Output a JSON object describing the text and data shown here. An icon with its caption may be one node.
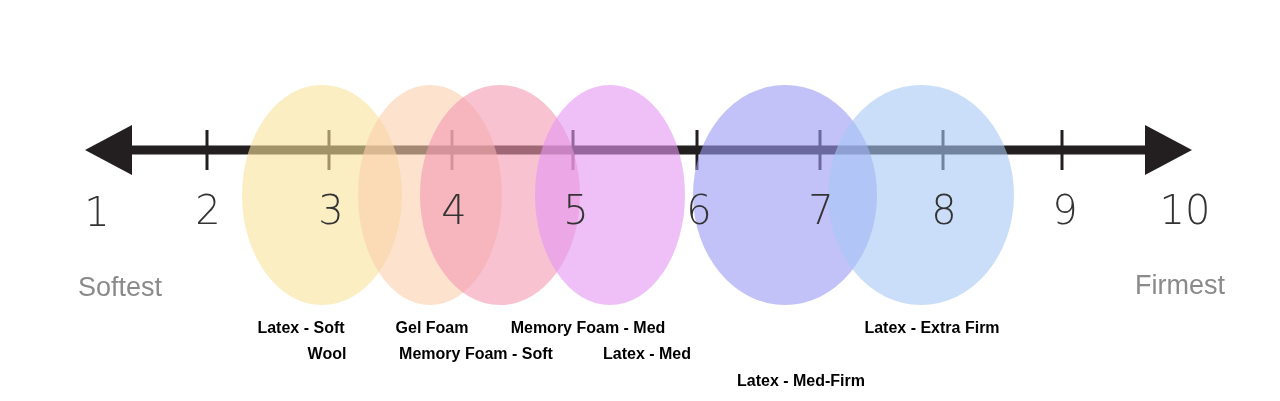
{
  "diagram": {
    "nodes": [
      {
        "text": [],
        "shape": "ellipse"
      },
      {
        "text": [],
        "shape": "ellipse"
      },
      {
        "text": [],
        "shape": "ellipse"
      },
      {
        "text": [],
        "shape": "ellipse"
      },
      {
        "text": [],
        "shape": "ellipse"
      },
      {
        "text": [],
        "shape": "ellipse"
      }
    ],
    "labels": [
      "1",
      "2",
      "3",
      "4",
      "5",
      "6",
      "7",
      "8",
      "9",
      "10",
      "Softest",
      "Firmest",
      "Latex - Soft",
      "Gel Foam",
      "Memory Foam - Med",
      "Latex - Extra Firm",
      "Wool",
      "Memory Foam - Soft",
      "Latex - Med",
      "Latex - Med-Firm"
    ]
  }
}
